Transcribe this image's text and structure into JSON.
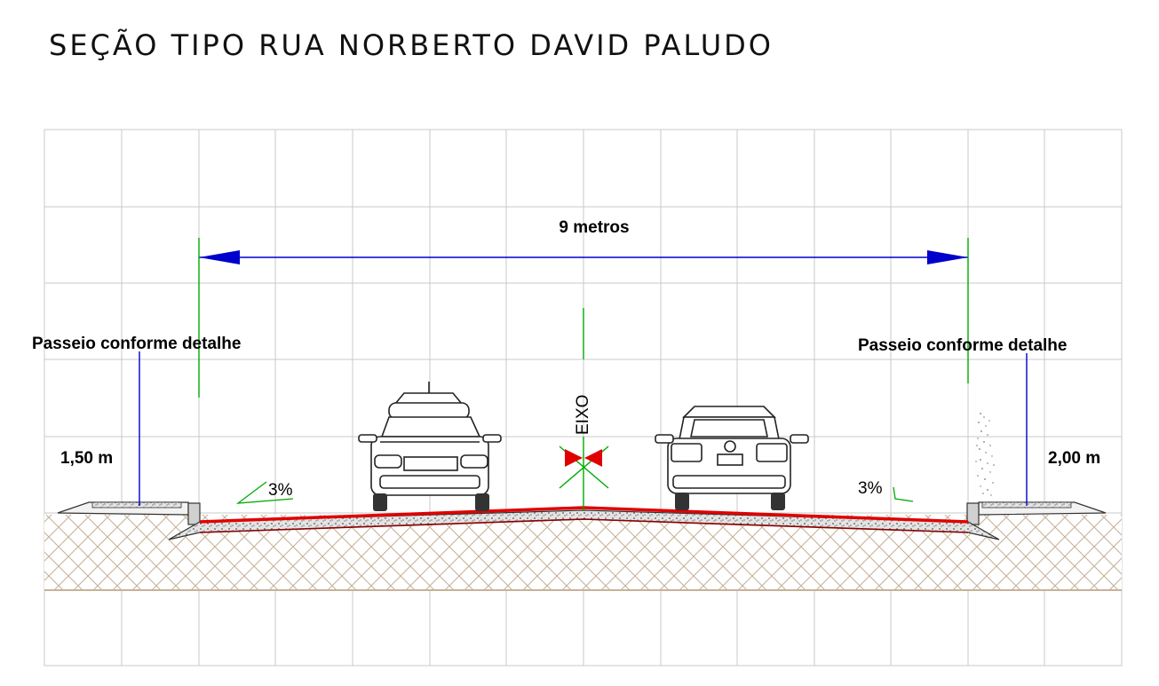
{
  "title": "SEÇÃO TIPO RUA NORBERTO DAVID PALUDO",
  "width_label": "9 metros",
  "left_sidewalk": {
    "label": "Passeio conforme detalhe",
    "width": "1,50 m",
    "slope": "3%"
  },
  "right_sidewalk": {
    "label": "Passeio conforme detalhe",
    "width": "2,00 m",
    "slope": "3%"
  },
  "axis_label": "EIXO",
  "colors": {
    "dimension_line": "#0000cc",
    "guide_line": "#00aa00",
    "asphalt": "#e00000",
    "grid": "#c8c8c8",
    "soil_hatch": "#c7b299"
  },
  "icons": [
    "car-front-icon",
    "car-rear-icon",
    "axis-marker-icon",
    "tree-icon"
  ]
}
